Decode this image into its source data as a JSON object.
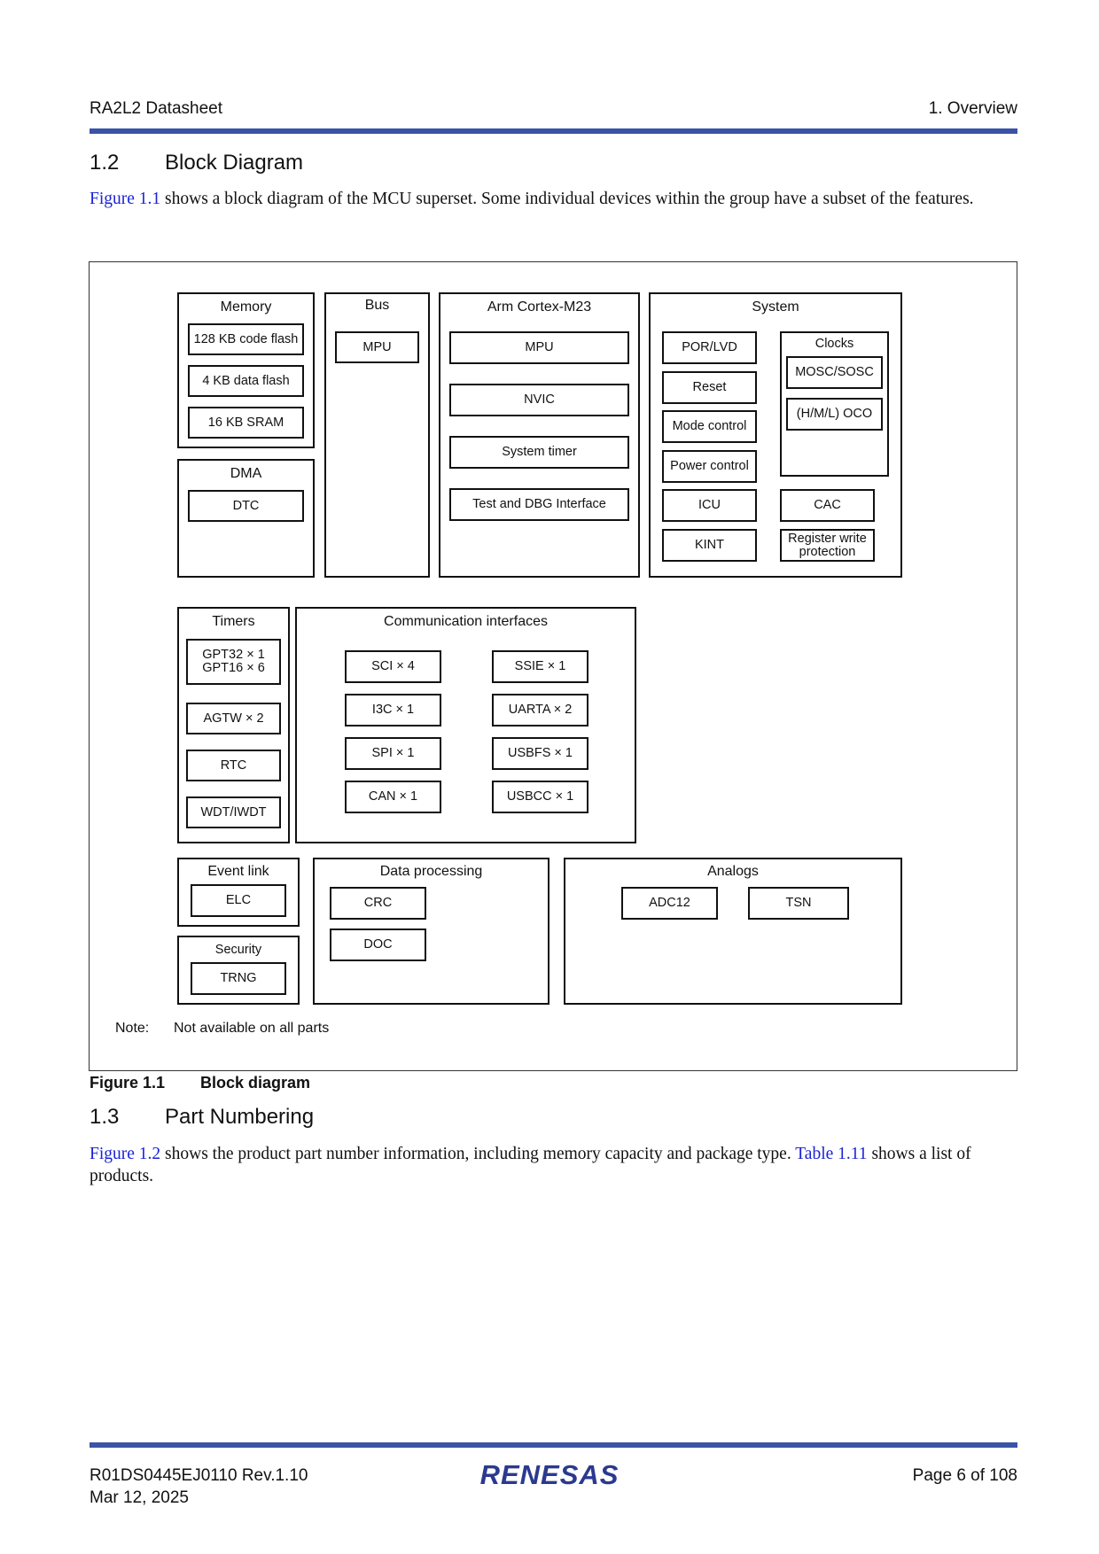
{
  "header": {
    "left": "RA2L2 Datasheet",
    "right": "1. Overview"
  },
  "section_1_2": {
    "number": "1.2",
    "title": "Block Diagram",
    "para_link": "Figure 1.1",
    "para_text": " shows a block diagram of the MCU superset. Some individual devices within the group have a subset of the features."
  },
  "diagram": {
    "memory": {
      "title": "Memory",
      "blocks": [
        "128 KB code flash",
        "4 KB data flash",
        "16 KB SRAM"
      ]
    },
    "dma": {
      "title": "DMA",
      "blocks": [
        "DTC"
      ]
    },
    "bus": {
      "title": "Bus",
      "blocks": [
        "MPU"
      ]
    },
    "cpu": {
      "title": "Arm Cortex-M23",
      "blocks": [
        "MPU",
        "NVIC",
        "System timer",
        "Test and DBG Interface"
      ]
    },
    "system": {
      "title": "System",
      "blocks": [
        "POR/LVD",
        "Reset",
        "Mode control",
        "Power control",
        "ICU",
        "KINT",
        "CAC",
        "Register write\nprotection"
      ],
      "clocks": {
        "title": "Clocks",
        "blocks": [
          "MOSC/SOSC",
          "(H/M/L) OCO"
        ]
      }
    },
    "timers": {
      "title": "Timers",
      "blocks": [
        "GPT32 × 1\nGPT16 × 6",
        "AGTW × 2",
        "RTC",
        "WDT/IWDT"
      ]
    },
    "comm": {
      "title": "Communication interfaces",
      "blocks": [
        "SCI × 4",
        "I3C × 1",
        "SPI × 1",
        "CAN × 1",
        "SSIE × 1",
        "UARTA × 2",
        "USBFS × 1",
        "USBCC × 1"
      ]
    },
    "event": {
      "title": "Event link",
      "blocks": [
        "ELC"
      ]
    },
    "security": {
      "title": "Security",
      "blocks": [
        "TRNG"
      ]
    },
    "dataproc": {
      "title": "Data processing",
      "blocks": [
        "CRC",
        "DOC"
      ]
    },
    "analogs": {
      "title": "Analogs",
      "blocks": [
        "ADC12",
        "TSN"
      ]
    },
    "note_label": "Note:",
    "note_text": "Not available on all parts"
  },
  "figure_caption": {
    "number": "Figure 1.1",
    "title": "Block diagram"
  },
  "section_1_3": {
    "number": "1.3",
    "title": "Part Numbering",
    "link1": "Figure 1.2",
    "text1": " shows the product part number information, including memory capacity and package type. ",
    "link2": "Table 1.11",
    "text2": " shows a list of products."
  },
  "footer": {
    "doc_number": "R01DS0445EJ0110  Rev.1.10",
    "date": "Mar 12, 2025",
    "logo_text": "RENESAS",
    "page": "Page 6 of 108"
  },
  "colors": {
    "rule": "#3a52a8",
    "link": "#1a22d6",
    "logo": "#2b3a8f"
  }
}
